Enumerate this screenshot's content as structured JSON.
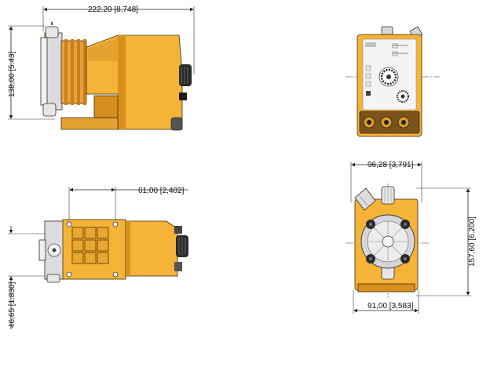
{
  "colors": {
    "body": "#f5b437",
    "body_dark": "#d8901c",
    "body_shadow": "#b8751a",
    "head_white": "#e8e8ea",
    "knob_dark": "#2a2a2a",
    "panel_brown": "#7a5318"
  },
  "dimensions": {
    "overall_length": "222,20 [8,748]",
    "side_height": "138,00 [5.43]",
    "mount_spacing": "61,00 [2,402]",
    "bottom_offset": "46,65 [1.830]",
    "front_width": "96,28 [3,791]",
    "front_height": "157,60 [6.200]",
    "base_width": "91,00 [3,583]"
  },
  "views": [
    {
      "id": "side-view"
    },
    {
      "id": "control-panel-view"
    },
    {
      "id": "top-view"
    },
    {
      "id": "pump-head-view"
    }
  ]
}
